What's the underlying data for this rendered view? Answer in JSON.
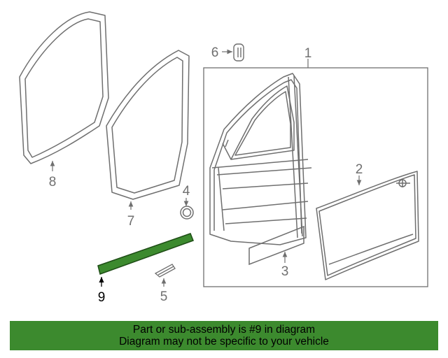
{
  "diagram": {
    "highlight_color": "#3c8a2e",
    "line_color": "#6f6f6f",
    "highlighted_part": "9",
    "callouts": {
      "p1": "1",
      "p2": "2",
      "p3": "3",
      "p4": "4",
      "p5": "5",
      "p6": "6",
      "p7": "7",
      "p8": "8",
      "p9": "9"
    }
  },
  "banner": {
    "line1": "Part or sub-assembly is #9 in diagram",
    "line2": "Diagram may not be specific to your vehicle",
    "background": "#3c8a2e"
  }
}
